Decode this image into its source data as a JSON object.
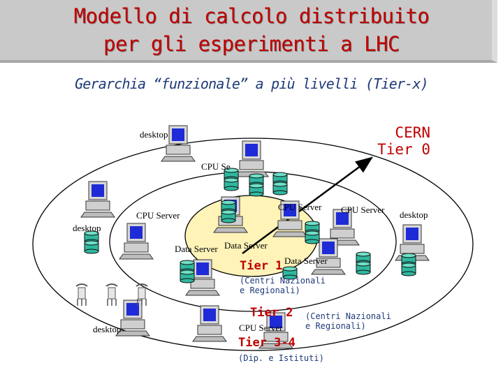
{
  "header": {
    "title_line1": "Modello di calcolo distribuito",
    "title_line2": "per gli esperimenti a LHC"
  },
  "subtitle": "Gerarchia “funzionale” a più livelli (Tier-x)",
  "tiers": {
    "tier0_line1": "CERN",
    "tier0_line2": "Tier 0",
    "tier1": "Tier 1",
    "tier1_desc_line1": "(Centri Nazionali",
    "tier1_desc_line2": "e Regionali)",
    "tier2": "Tier 2",
    "tier2_desc_line1": "(Centri Nazionali",
    "tier2_desc_line2": "e Regionali)",
    "tier34": "Tier 3-4",
    "tier34_desc": "(Dip. e Istituti)"
  },
  "node_labels": {
    "desktop": "desktop",
    "cpu_server": "CPU Server",
    "cpu_server_partial": "CPU Se",
    "data_server": "Data Server"
  },
  "colors": {
    "title": "#c00000",
    "subtitle": "#1e3a78",
    "tier_label": "#c00000",
    "inner_ring_fill": "#fff3b8",
    "disk": "#2fb8a0",
    "monitor_screen": "#1f2bd6"
  },
  "icons": [
    "workstation-icon",
    "disk-stack-icon",
    "telephone-icon",
    "arrow-icon"
  ]
}
